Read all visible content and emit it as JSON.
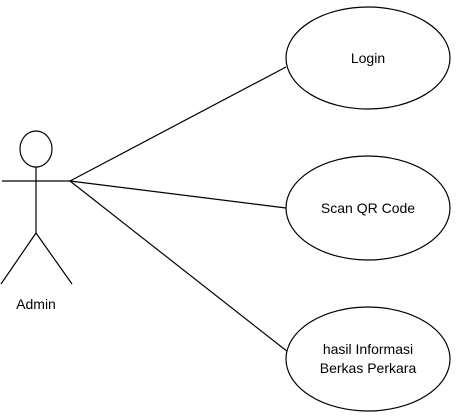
{
  "actor": {
    "name": "Admin"
  },
  "use_cases": [
    {
      "lines": [
        "Login"
      ]
    },
    {
      "lines": [
        "Scan QR Code"
      ]
    },
    {
      "lines": [
        "hasil Informasi",
        "Berkas Perkara"
      ]
    }
  ],
  "colors": {
    "stroke": "#000000",
    "fill": "#ffffff",
    "text": "#000000"
  }
}
